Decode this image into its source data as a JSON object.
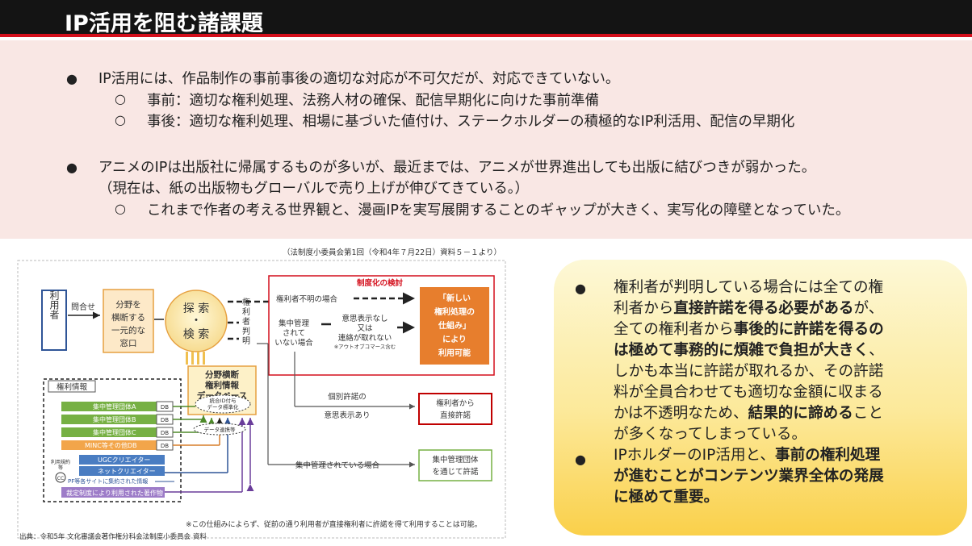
{
  "title": "IP活用を阻む諸課題",
  "bullets": {
    "b1": "IP活用には、作品制作の事前事後の適切な対応が不可欠だが、対応できていない。",
    "b1a": "事前：適切な権利処理、法務人材の確保、配信早期化に向けた事前準備",
    "b1b": "事後：適切な権利処理、相場に基づいた値付け、ステークホルダーの積極的なIP利活用、配信の早期化",
    "b2": "アニメのIPは出版社に帰属するものが多いが、最近までは、アニメが世界進出しても出版に結びつきが弱かった。",
    "b2cont": "（現在は、紙の出版物もグローバルで売り上げが伸びてきている。）",
    "b2a": "これまで作者の考える世界観と、漫画IPを実写展開することのギャップが大きく、実写化の障壁となっていた。"
  },
  "symbols": {
    "dot": "●",
    "circle": "○"
  },
  "diagram": {
    "source_top": "（法制度小委員会第1回（令和4年７月22日）資料５－１より）",
    "user": "利用者",
    "inquiry": "問合せ",
    "window": [
      "分野を",
      "横断する",
      "一元的な",
      "窓口"
    ],
    "search": [
      "探 索",
      "・",
      "検 索"
    ],
    "judge": [
      "権",
      "利",
      "者",
      "判",
      "明"
    ],
    "review_title": "制度化の検討",
    "unknown": "権利者不明の場合",
    "collective_not": [
      "集中管理",
      "されて",
      "いない場合"
    ],
    "no_intent": [
      "意思表示なし",
      "又は",
      "連絡が取れない"
    ],
    "outofcommerce": "※アウトオブコマース含む",
    "new_scheme": [
      "「新しい",
      "権利処理の",
      "仕組み」",
      "により",
      "利用可能"
    ],
    "individual": [
      "個別許諾の",
      "意思表示あり"
    ],
    "direct": [
      "権利者から",
      "直接許諾"
    ],
    "collective_yes": "集中管理されている場合",
    "collective_group": [
      "集中管理団体",
      "を通じて許諾"
    ],
    "db_title": [
      "分野横断",
      "権利情報",
      "データベース"
    ],
    "id_label": [
      "統合ID付与",
      "データ標準化"
    ],
    "link_label": "データ連携等",
    "rights_info": "権利情報",
    "rows": [
      "集中管理団体A",
      "集中管理団体B",
      "集中管理団体C",
      "MINC等その他DB"
    ],
    "db": "DB",
    "ugc": "UGCクリエイター",
    "net": "ネットクリエイター",
    "rights_expr": [
      "利用規約",
      "等"
    ],
    "cc": "CC",
    "pf": "PF等各サイトに集約された情報",
    "scheme_info": "裁定制度により利用された著作物",
    "note": "※この仕組みによらず、従前の通り利用者が直接権利者に許諾を得て利用することは可能。",
    "source_bottom": "出典：令和5年 文化審議会著作権分科会法制度小委員会 資料"
  },
  "card": {
    "p1": [
      "権利者が判明している場合には全ての権",
      "利者から",
      "直接許諾を得る必要がある",
      "が、",
      "全ての権利者から",
      "事後的に許諾を得るの",
      "は極めて事務的に煩雑で負担が大きく",
      "、",
      "しかも本当に許諾が取れるか、その許諾",
      "料が全員合わせても適切な金額に収まる",
      "かは不透明なため、",
      "結果的に諦める",
      "こと",
      "が多くなってしまっている。"
    ],
    "p2": [
      "IPホルダーのIP活用と、",
      "事前の権利処理",
      "が進むことがコンテンツ業界全体の発展",
      "に極めて重要。"
    ]
  },
  "colors": {
    "accent_red": "#d40f1c",
    "orange": "#e77e2d",
    "green": "#76b043",
    "purple": "#8e6bb6",
    "blue": "#4a7dc2"
  }
}
